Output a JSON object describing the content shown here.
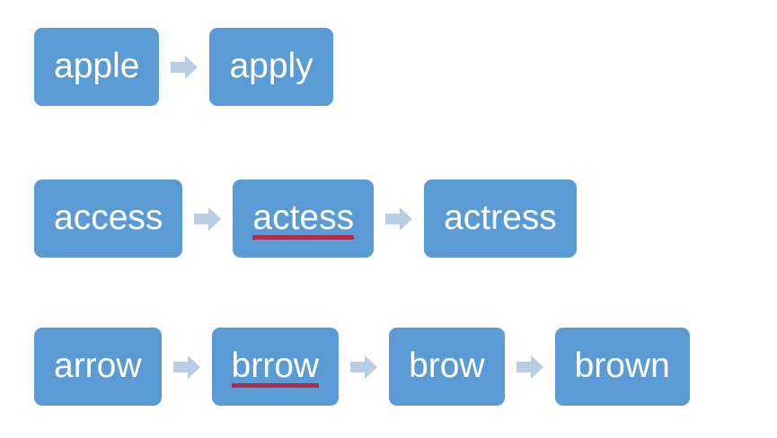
{
  "canvas": {
    "background_color": "#ffffff",
    "top_edge_color": "#e8eaec"
  },
  "style": {
    "box_fill_color": "#5b9bd5",
    "box_text_color": "#ffffff",
    "arrow_color": "#b8cce4",
    "spellcheck_squiggle_color": "#c0172f"
  },
  "icons": {
    "arrow": "right-block-arrow-icon"
  },
  "diagram": {
    "type": "word-transformation-chains",
    "rows": [
      {
        "row_label": "row-1",
        "steps": [
          {
            "text": "apple",
            "misspelled": false
          },
          {
            "text": "apply",
            "misspelled": false
          }
        ]
      },
      {
        "row_label": "row-2",
        "steps": [
          {
            "text": "access",
            "misspelled": false
          },
          {
            "text": "actess",
            "misspelled": true
          },
          {
            "text": "actress",
            "misspelled": false
          }
        ]
      },
      {
        "row_label": "row-3",
        "steps": [
          {
            "text": "arrow",
            "misspelled": false
          },
          {
            "text": "brrow",
            "misspelled": true
          },
          {
            "text": "brow",
            "misspelled": false
          },
          {
            "text": "brown",
            "misspelled": false
          }
        ]
      }
    ]
  }
}
